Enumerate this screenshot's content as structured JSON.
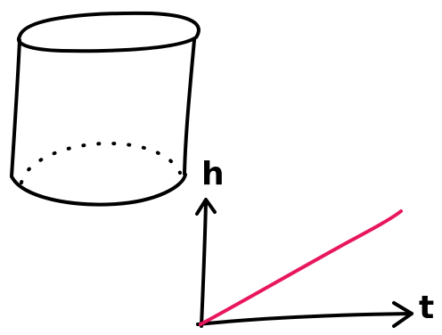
{
  "axes": {
    "y_label": "h",
    "x_label": "t"
  },
  "colors": {
    "ink": "#000000",
    "line": "#e8175d"
  },
  "shapes": {
    "container": "cylinder",
    "graph": "linear-increase"
  }
}
